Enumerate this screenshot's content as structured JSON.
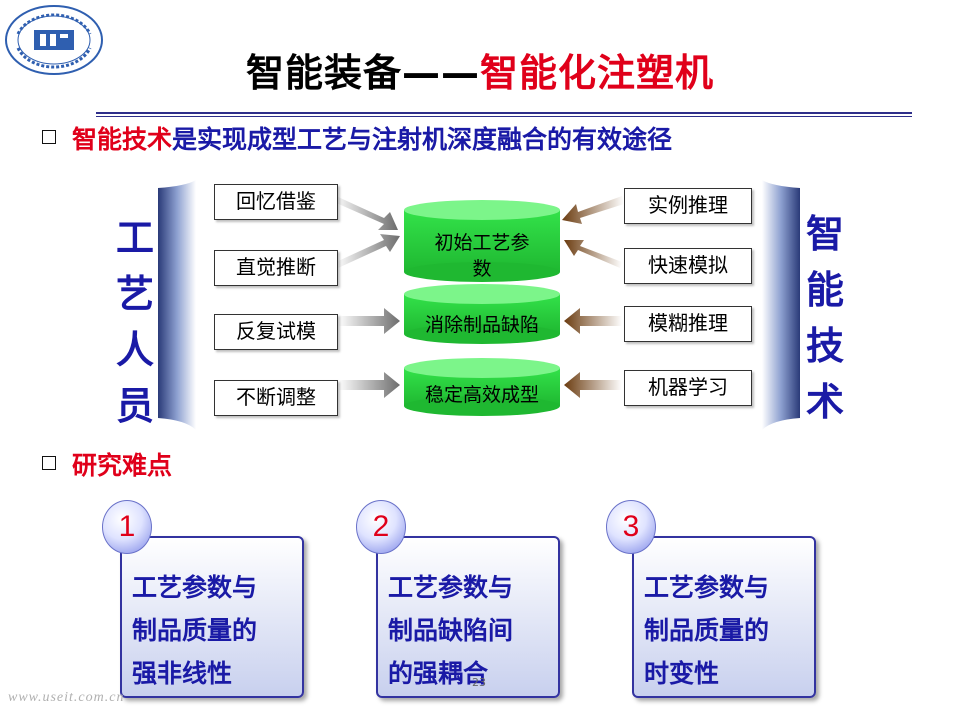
{
  "title": {
    "main": "智能装备——",
    "accent": "智能化注塑机"
  },
  "subtitle": {
    "part1": "智能技术",
    "part2": "是实现成型工艺与注射机深度融合的有效途径"
  },
  "left_heading": [
    "工",
    "艺",
    "人",
    "员"
  ],
  "right_heading": [
    "智",
    "能",
    "技",
    "术"
  ],
  "left_items": [
    "回忆借鉴",
    "直觉推断",
    "反复试模",
    "不断调整"
  ],
  "right_items": [
    "实例推理",
    "快速模拟",
    "模糊推理",
    "机器学习"
  ],
  "center_items": [
    {
      "line1": "初始工艺参",
      "line2": "数"
    },
    {
      "line1": "消除制品缺陷",
      "line2": ""
    },
    {
      "line1": "稳定高效成型",
      "line2": ""
    }
  ],
  "research_heading": "研究难点",
  "cards": [
    {
      "number": "1",
      "lines": [
        "工艺参数与",
        "制品质量的",
        "强非线性"
      ]
    },
    {
      "number": "2",
      "lines": [
        "工艺参数与",
        "制品缺陷间",
        "的强耦合"
      ]
    },
    {
      "number": "3",
      "lines": [
        "工艺参数与",
        "制品质量的",
        "时变性"
      ]
    }
  ],
  "page_number": "23",
  "watermark": "www.useit.com.cn",
  "colors": {
    "accent_red": "#e0001a",
    "accent_blue": "#1a1aa6",
    "cylinder_green": "#33e24a"
  }
}
